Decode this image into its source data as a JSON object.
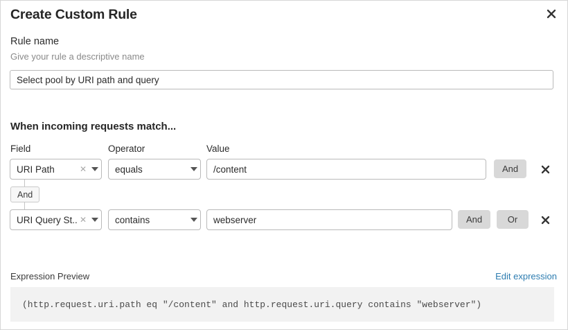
{
  "dialog": {
    "title": "Create Custom Rule",
    "close_icon": "close-icon"
  },
  "rule_name": {
    "label": "Rule name",
    "help": "Give your rule a descriptive name",
    "value": "Select pool by URI path and query",
    "placeholder": ""
  },
  "conditions": {
    "heading": "When incoming requests match...",
    "columns": {
      "field": "Field",
      "operator": "Operator",
      "value": "Value"
    },
    "connector": {
      "label": "And"
    },
    "rows": [
      {
        "field": "URI Path",
        "operator": "equals",
        "value": "/content",
        "clear_icon": "clear-icon",
        "caret_icon": "chevron-down-icon",
        "and_label": "And",
        "remove_icon": "close-icon"
      },
      {
        "field": "URI Query St...",
        "operator": "contains",
        "value": "webserver",
        "clear_icon": "clear-icon",
        "caret_icon": "chevron-down-icon",
        "and_label": "And",
        "or_label": "Or",
        "remove_icon": "close-icon"
      }
    ]
  },
  "expression": {
    "label": "Expression Preview",
    "edit_link": "Edit expression",
    "code": "(http.request.uri.path eq \"/content\" and http.request.uri.query contains \"webserver\")"
  },
  "colors": {
    "link": "#2c7cb0",
    "button_gray": "#d8d8d8",
    "code_bg": "#f2f2f2",
    "border": "#b9b9b9"
  }
}
